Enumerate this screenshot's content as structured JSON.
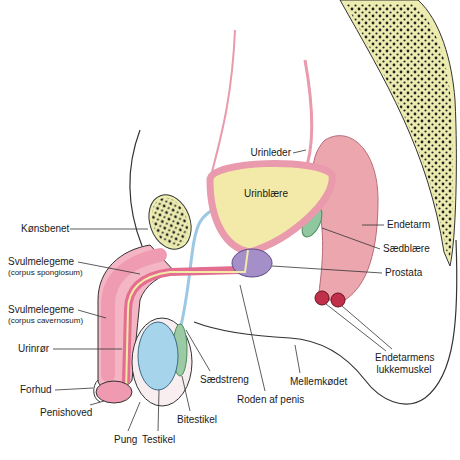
{
  "diagram": {
    "labels": [
      "Urinleder",
      "Urinblære",
      "Kønsbenet",
      "Endetarm",
      "Sædblære",
      "Svulmelegeme",
      "(corpus spongiosum)",
      "Prostata",
      "Svulmelegeme",
      "(corpus cavernosum)",
      "Endetarmens lukkemuskel",
      "Urinrør",
      "Mellemkødet",
      "Forhud",
      "Roden af penis",
      "Sædstreng",
      "Penishoved",
      "Bitestikel",
      "Pung",
      "Testikel"
    ]
  }
}
